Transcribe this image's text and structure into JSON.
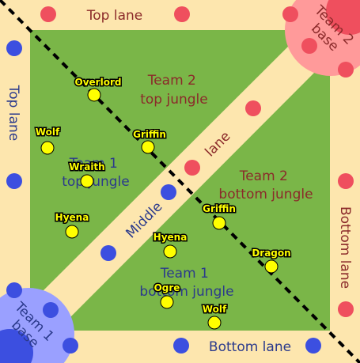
{
  "colors": {
    "lane": "#fde6ae",
    "jungle": "#7ab648",
    "red_team": "#ef4f5e",
    "blue_team": "#3c4fe0",
    "red_base": "#ff9a9a",
    "blue_base": "#9aa0ff",
    "camp": "#ffff00",
    "text_red": "#8b2a2a",
    "text_blue": "#2b3a8c"
  },
  "lanes": {
    "top_horizontal": "Top lane",
    "top_vertical": "Top lane",
    "bottom_horizontal": "Bottom lane",
    "bottom_vertical": "Bottom lane",
    "middle_part1": "Middle",
    "middle_part2": "lane"
  },
  "bases": {
    "team2": {
      "line1": "Team 2",
      "line2": "base"
    },
    "team1": {
      "line1": "Team 1",
      "line2": "base"
    }
  },
  "jungles": {
    "team2_top": {
      "line1": "Team 2",
      "line2": "top jungle"
    },
    "team2_bottom": {
      "line1": "Team 2",
      "line2": "bottom jungle"
    },
    "team1_top": {
      "line1": "Team 1",
      "line2": "top jungle"
    },
    "team1_bottom": {
      "line1": "Team 1",
      "line2": "bottom jungle"
    }
  },
  "camps": {
    "overlord": "Overlord",
    "griffin_top": "Griffin",
    "wolf_top": "Wolf",
    "wraith": "Wraith",
    "hyena_top": "Hyena",
    "griffin_bottom": "Griffin",
    "hyena_bottom": "Hyena",
    "dragon": "Dragon",
    "ogre": "Ogre",
    "wolf_bottom": "Wolf"
  }
}
